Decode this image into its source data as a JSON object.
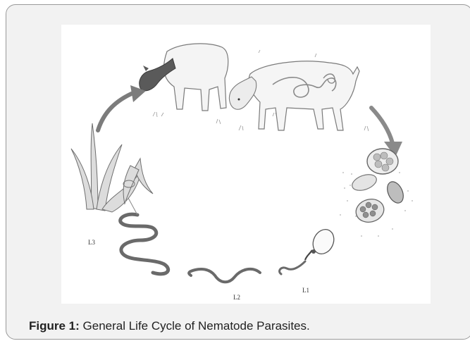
{
  "figure": {
    "caption_label": "Figure 1:",
    "caption_text": " General Life Cycle of Nematode Parasites."
  },
  "diagram": {
    "stage_labels": {
      "l3": "L3",
      "l2": "L2",
      "l1": "L1"
    }
  }
}
